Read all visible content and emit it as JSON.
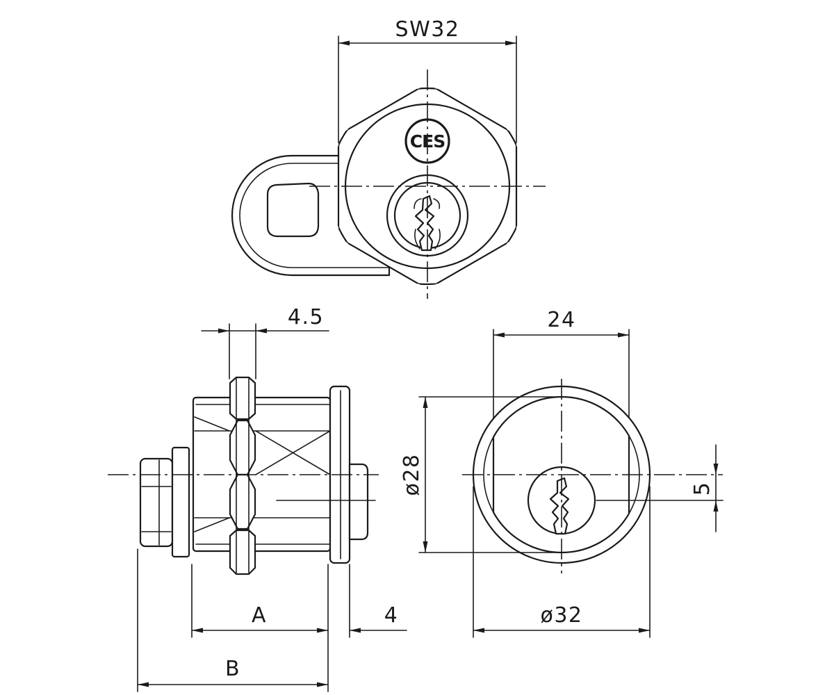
{
  "top_view": {
    "across_flats_label": "SW32",
    "logo_text": "CES"
  },
  "side_view": {
    "nut_thickness_label": "4.5",
    "length_a_label": "A",
    "flange_label": "4",
    "length_b_label": "B"
  },
  "end_view": {
    "flat_width_label": "24",
    "bore_diameter_label": "ø28",
    "offset_label": "5",
    "outer_diameter_label": "ø32"
  },
  "colors": {
    "line": "#1a1a1a",
    "background": "#ffffff"
  }
}
